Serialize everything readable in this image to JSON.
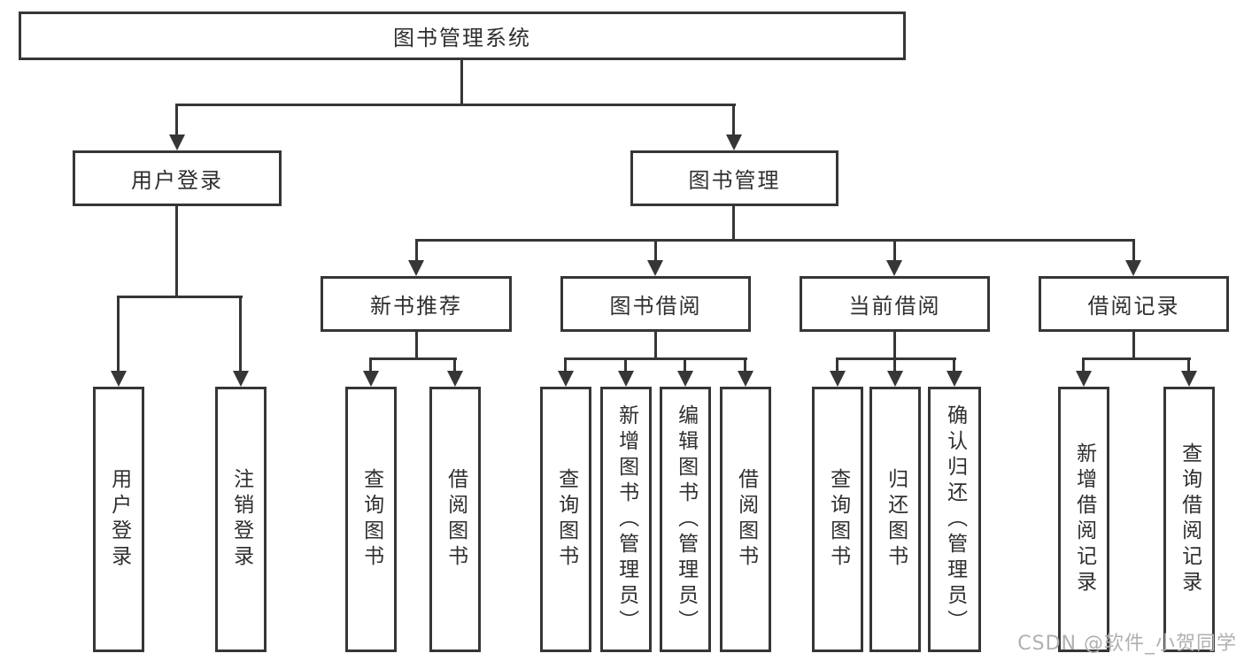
{
  "tree": {
    "root": {
      "label": "图书管理系统"
    },
    "branches": [
      {
        "label": "用户登录",
        "children": [
          {
            "label": "用户登录"
          },
          {
            "label": "注销登录"
          }
        ]
      },
      {
        "label": "图书管理",
        "sections": [
          {
            "label": "新书推荐",
            "children": [
              {
                "label": "查询图书"
              },
              {
                "label": "借阅图书"
              }
            ]
          },
          {
            "label": "图书借阅",
            "children": [
              {
                "label": "查询图书"
              },
              {
                "label": "新增图书（管理员）"
              },
              {
                "label": "编辑图书（管理员）"
              },
              {
                "label": "借阅图书"
              }
            ]
          },
          {
            "label": "当前借阅",
            "children": [
              {
                "label": "查询图书"
              },
              {
                "label": "归还图书"
              },
              {
                "label": "确认归还（管理员）"
              }
            ]
          },
          {
            "label": "借阅记录",
            "children": [
              {
                "label": "新增借阅记录"
              },
              {
                "label": "查询借阅记录"
              }
            ]
          }
        ]
      }
    ]
  },
  "watermark": "CSDN @软件_小贺同学",
  "colors": {
    "line": "#363636",
    "box_border": "#363636",
    "box_fill": "#ffffff",
    "text": "#2f2f2f",
    "watermark": "#b0b0b0",
    "background": "#ffffff"
  }
}
